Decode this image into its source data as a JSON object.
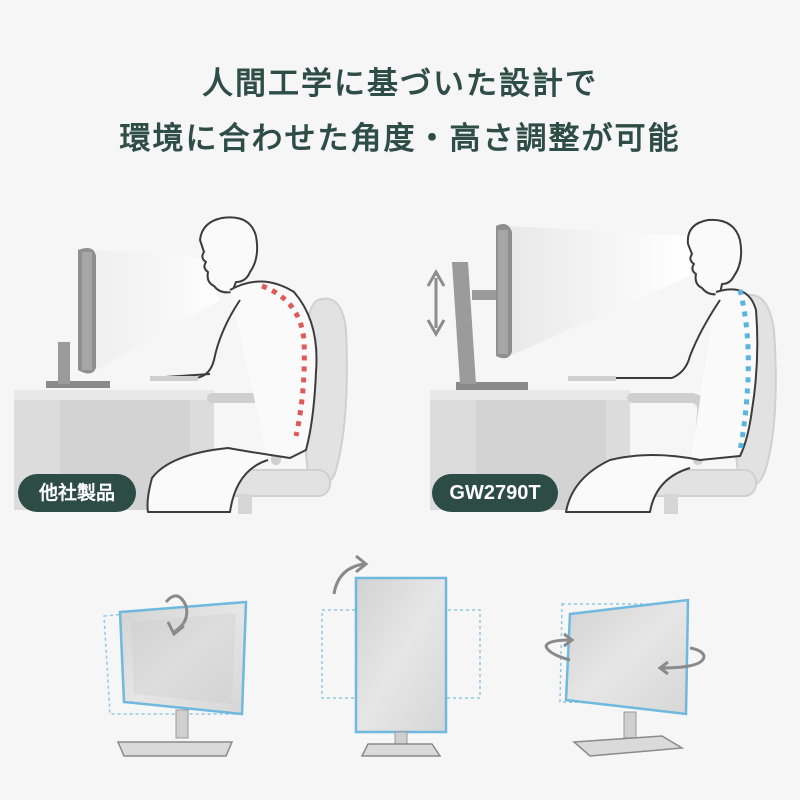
{
  "headline": {
    "line1": "人間工学に基づいた設計で",
    "line2": "環境に合わせた角度・高さ調整が可能"
  },
  "comparison": {
    "left_badge": "他社製品",
    "right_badge": "GW2790T",
    "left_spine_color": "#e05a5a",
    "right_spine_color": "#5ab4e0"
  },
  "icons": [
    "height-adjust-arrow-icon",
    "tilt-arrow-icon",
    "pivot-arrow-icon",
    "swivel-arrow-icon"
  ],
  "colors": {
    "headline": "#2e4d45",
    "badge_bg": "#2d4c45",
    "screen_outline": "#6fb8de"
  }
}
